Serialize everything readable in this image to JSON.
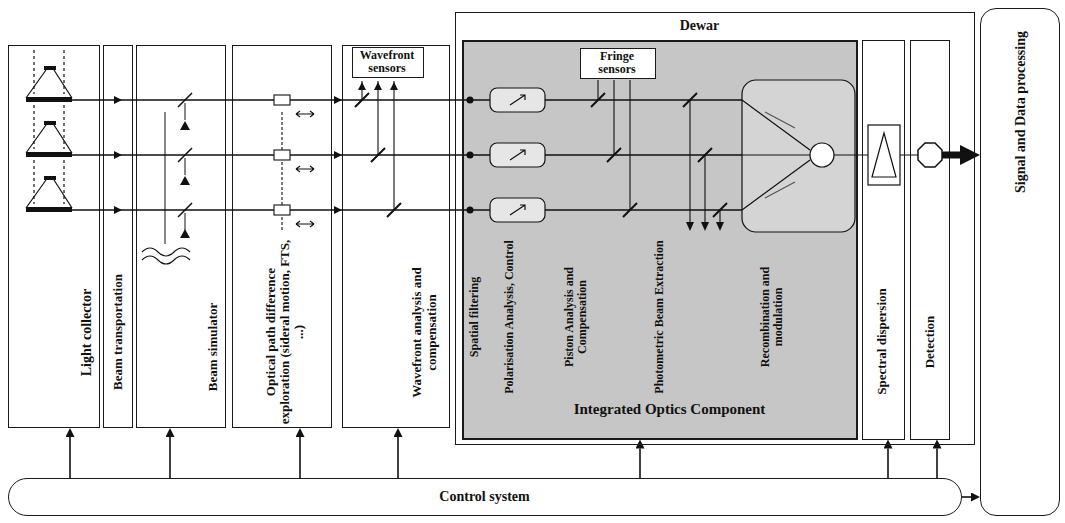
{
  "diagram": {
    "nodes": [
      {
        "text": [
          "Light collector"
        ]
      },
      {
        "text": [
          "Beam transportation"
        ]
      },
      {
        "text": [
          "Beam simulator"
        ]
      },
      {
        "text": [
          "Optical path difference exploration (sideral motion, FTS, ...)"
        ]
      },
      {
        "text": [
          "Wavefront analysis and compensation"
        ]
      },
      {
        "text": [
          "Wavefront sensors"
        ],
        "in": 4
      },
      {
        "text": [
          "Dewar"
        ]
      },
      {
        "text": [
          "Spatial filtering",
          "Polarisation Analysis, Control",
          "Piston Analysis and Compensation",
          "Photometric Beam Extraction",
          "Recombination and modulation",
          "Integrated Optics Component"
        ],
        "in": 6
      },
      {
        "text": [
          "Fringe sensors"
        ],
        "in": 7
      },
      {
        "text": [
          "Spectral dispersion"
        ],
        "in": 6
      },
      {
        "text": [
          "Detection"
        ],
        "in": 6
      },
      {
        "text": [
          "Signal and Data processing"
        ]
      },
      {
        "text": [
          "Control system"
        ]
      }
    ],
    "edges": [
      {
        "from": 12,
        "to": 0,
        "arrow": "to"
      },
      {
        "from": 12,
        "to": 2,
        "arrow": "to"
      },
      {
        "from": 12,
        "to": 3,
        "arrow": "to"
      },
      {
        "from": 12,
        "to": 4,
        "arrow": "to"
      },
      {
        "from": 12,
        "to": 7,
        "arrow": "to"
      },
      {
        "from": 12,
        "to": 9,
        "arrow": "to"
      },
      {
        "from": 12,
        "to": 10,
        "arrow": "to"
      },
      {
        "from": 12,
        "to": 11,
        "arrow": "to"
      },
      {
        "from": 10,
        "to": 11,
        "arrow": "to"
      }
    ]
  }
}
